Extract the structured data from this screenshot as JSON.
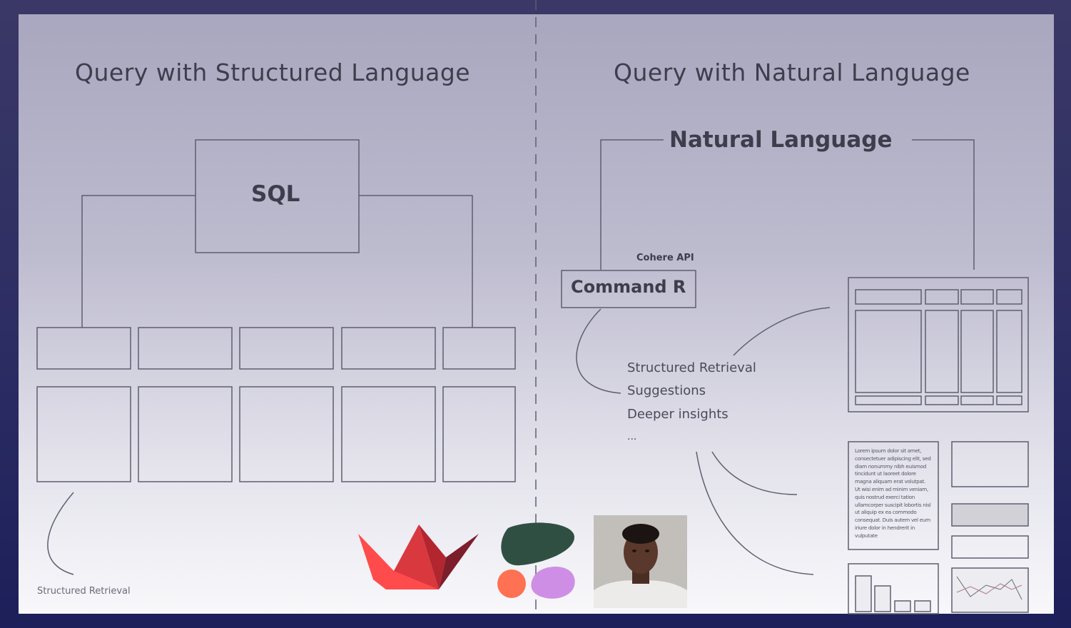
{
  "left_panel": {
    "title": "Query with Structured Language",
    "root_box": "SQL",
    "caption": "Structured Retrieval"
  },
  "right_panel": {
    "title": "Query with Natural Language",
    "top_label": "Natural Language",
    "api_label": "Cohere API",
    "model_box": "Command R",
    "capabilities": [
      "Structured Retrieval",
      "Suggestions",
      "Deeper insights",
      "..."
    ],
    "sample_text": "Lorem ipsum dolor sit amet, consectetuer adipiscing elit, sed diam nonummy nibh euismod tincidunt ut laoreet dolore magna aliquam erat volutpat. Ut wisi enim ad minim veniam, quis nostrud exerci tation ullamcorper suscipit lobortis nisl ut aliquip ex ea commodo consequat. Duis autem vel eum iriure dolor in hendrerit in vulputate"
  },
  "logos": [
    "streamlit-logo",
    "figma-like-logo",
    "portrait-photo"
  ],
  "colors": {
    "ink": "#3d3d4c",
    "line": "#5e5e70",
    "streamlit_red": "#ff4b4b",
    "green_blob": "#2f4f43",
    "orange_dot": "#ff7153",
    "violet_blob": "#cf8ee6"
  }
}
